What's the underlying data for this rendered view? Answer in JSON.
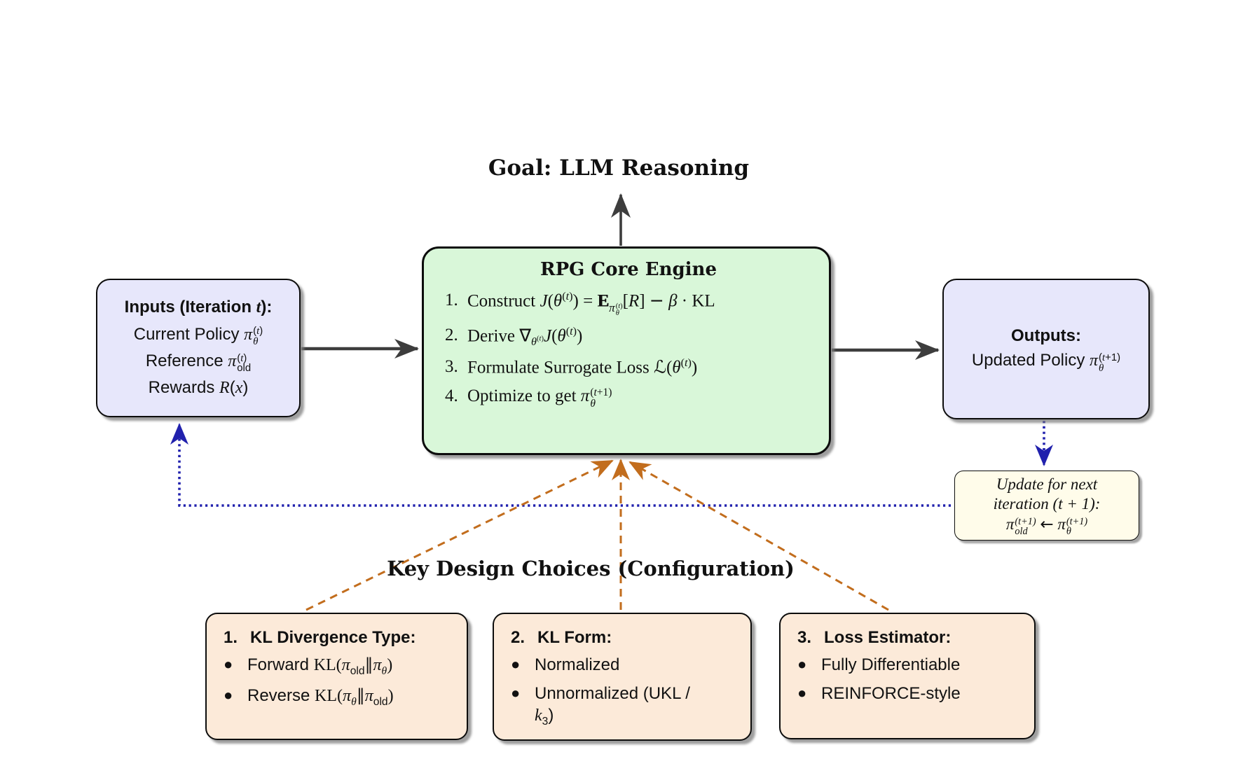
{
  "colors": {
    "background": "#ffffff",
    "engine_fill": "#d9f7d9",
    "io_fill": "#e7e7fb",
    "config_fill": "#fcead9",
    "note_fill": "#fffcea",
    "border": "#0c0c0c",
    "solid_arrow": "#3d3d3d",
    "blue_arrow": "#2121ad",
    "orange_arrow": "#c26d1d"
  },
  "goal": {
    "label": "Goal: LLM Reasoning"
  },
  "engine": {
    "title": "RPG Core Engine",
    "items": [
      {
        "num": "1.",
        "html": "Construct <i>J</i>(<i>&#952;</i><sup>(<i>t</i>)</sup>) = <span class='bbE'>E</span><sub class='lowsub'><i>&#960;</i><span class='stk'><span class='t'>(<i>t</i>)</span><span class='b'><i>&#952;</i></span></span></sub>[<i>R</i>] <span class='sym'>&#8722;</span> <i>&#946;</i> &#183; KL"
      },
      {
        "num": "2.",
        "html": "Derive <span class='sym'>&#8711;</span><sub><i>&#952;</i><sup>(<i>t</i>)</sup></sub><i>J</i>(<i>&#952;</i><sup>(<i>t</i>)</sup>)"
      },
      {
        "num": "3.",
        "html": "Formulate Surrogate Loss <span class='sym'>&#8466;</span>(<i>&#952;</i><sup>(<i>t</i>)</sup>)"
      },
      {
        "num": "4.",
        "html": "Optimize to get <i>&#960;</i><span class='stk'><span class='t'>(<i>t</i>+1)</span><span class='b'><i>&#952;</i></span></span>"
      }
    ]
  },
  "inputs": {
    "title_html": "Inputs (Iteration <i>t</i>):",
    "lines": [
      {
        "html": "Current Policy <i>&#960;</i><span class='stk'><span class='t'>(<i>t</i>)</span><span class='b'><i>&#952;</i></span></span>"
      },
      {
        "html": "Reference <i>&#960;</i><span class='stk'><span class='t'>(<i>t</i>)</span><span class='b up'>old</span></span>"
      },
      {
        "html": "Rewards <i>R</i>(<i>x</i>)"
      }
    ]
  },
  "outputs": {
    "title": "Outputs:",
    "line_html": "Updated Policy <i>&#960;</i><span class='stk'><span class='t'>(<i>t</i>+1)</span><span class='b'><i>&#952;</i></span></span>"
  },
  "update_note": {
    "line1": "Update for next",
    "line2": "iteration (t + 1):",
    "line3_html": "&#960;<span class='stk'><span class='t'>(t+1)</span><span class='b'>old</span></span> <span class='sym' style='font-style:normal'>&#8592;</span> &#960;<span class='stk'><span class='t'>(t+1)</span><span class='b'>&#952;</span></span>"
  },
  "design": {
    "heading": "Key Design Choices (Configuration)",
    "boxes": [
      {
        "num": "1.",
        "title": "KL Divergence Type:",
        "bullets": [
          {
            "html": "Forward <span class='kl'>KL(<i>&#960;</i><sub class='up'>old</sub><span class='sym'>&#8741;</span><i>&#960;</i><sub><i>&#952;</i></sub>)</span>"
          },
          {
            "html": "Reverse <span class='kl'>KL(<i>&#960;</i><sub><i>&#952;</i></sub><span class='sym'>&#8741;</span><i>&#960;</i><sub class='up'>old</sub>)</span>"
          }
        ]
      },
      {
        "num": "2.",
        "title": "KL Form:",
        "bullets": [
          {
            "html": "Normalized"
          },
          {
            "html": "Unnormalized (UKL /<br><i>k</i><sub>3</sub>)"
          }
        ]
      },
      {
        "num": "3.",
        "title": "Loss Estimator:",
        "bullets": [
          {
            "html": "Fully Differentiable"
          },
          {
            "html": "REINFORCE-style"
          }
        ]
      }
    ]
  }
}
